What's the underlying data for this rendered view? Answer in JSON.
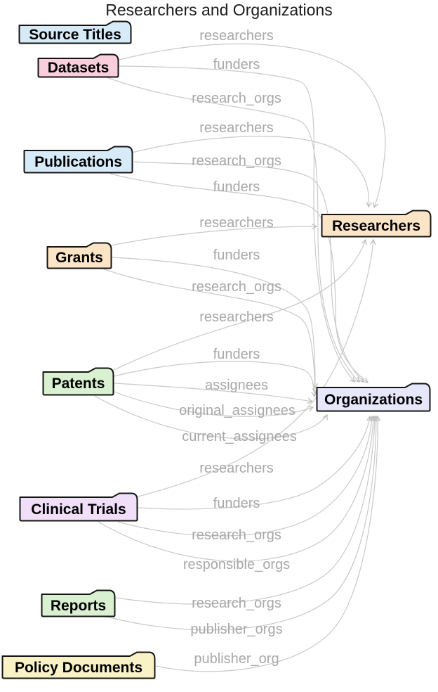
{
  "title": "Researchers and Organizations",
  "nodes": [
    {
      "id": "source-titles",
      "label": "Source Titles",
      "fill": "#d7eaf8"
    },
    {
      "id": "datasets",
      "label": "Datasets",
      "fill": "#f9cfdd"
    },
    {
      "id": "publications",
      "label": "Publications",
      "fill": "#d7eaf8"
    },
    {
      "id": "grants",
      "label": "Grants",
      "fill": "#fce4c7"
    },
    {
      "id": "patents",
      "label": "Patents",
      "fill": "#d9f0d1"
    },
    {
      "id": "clinical-trials",
      "label": "Clinical Trials",
      "fill": "#f1dffa"
    },
    {
      "id": "reports",
      "label": "Reports",
      "fill": "#d9f0d1"
    },
    {
      "id": "policy-documents",
      "label": "Policy Documents",
      "fill": "#f8f2c6"
    },
    {
      "id": "researchers",
      "label": "Researchers",
      "fill": "#fce4c7"
    },
    {
      "id": "organizations",
      "label": "Organizations",
      "fill": "#e7e7fb"
    }
  ],
  "edges": [
    {
      "from": "Datasets",
      "to": "Researchers",
      "label": "researchers"
    },
    {
      "from": "Datasets",
      "to": "Organizations",
      "label": "funders"
    },
    {
      "from": "Datasets",
      "to": "Organizations",
      "label": "research_orgs"
    },
    {
      "from": "Publications",
      "to": "Researchers",
      "label": "researchers"
    },
    {
      "from": "Publications",
      "to": "Organizations",
      "label": "research_orgs"
    },
    {
      "from": "Publications",
      "to": "Organizations",
      "label": "funders"
    },
    {
      "from": "Grants",
      "to": "Researchers",
      "label": "researchers"
    },
    {
      "from": "Grants",
      "to": "Organizations",
      "label": "funders"
    },
    {
      "from": "Grants",
      "to": "Organizations",
      "label": "research_orgs"
    },
    {
      "from": "Patents",
      "to": "Researchers",
      "label": "researchers"
    },
    {
      "from": "Patents",
      "to": "Organizations",
      "label": "funders"
    },
    {
      "from": "Patents",
      "to": "Organizations",
      "label": "assignees"
    },
    {
      "from": "Patents",
      "to": "Organizations",
      "label": "original_assignees"
    },
    {
      "from": "Patents",
      "to": "Organizations",
      "label": "current_assignees"
    },
    {
      "from": "Clinical Trials",
      "to": "Researchers",
      "label": "researchers"
    },
    {
      "from": "Clinical Trials",
      "to": "Organizations",
      "label": "funders"
    },
    {
      "from": "Clinical Trials",
      "to": "Organizations",
      "label": "research_orgs"
    },
    {
      "from": "Clinical Trials",
      "to": "Organizations",
      "label": "responsible_orgs"
    },
    {
      "from": "Reports",
      "to": "Organizations",
      "label": "research_orgs"
    },
    {
      "from": "Reports",
      "to": "Organizations",
      "label": "publisher_orgs"
    },
    {
      "from": "Policy Documents",
      "to": "Organizations",
      "label": "publisher_org"
    }
  ],
  "colors": {
    "edge_line": "#c9c9c9",
    "edge_label_text": "#a8a8a8",
    "node_border": "#141414",
    "node_text": "#000000",
    "background": "#ffffff"
  }
}
